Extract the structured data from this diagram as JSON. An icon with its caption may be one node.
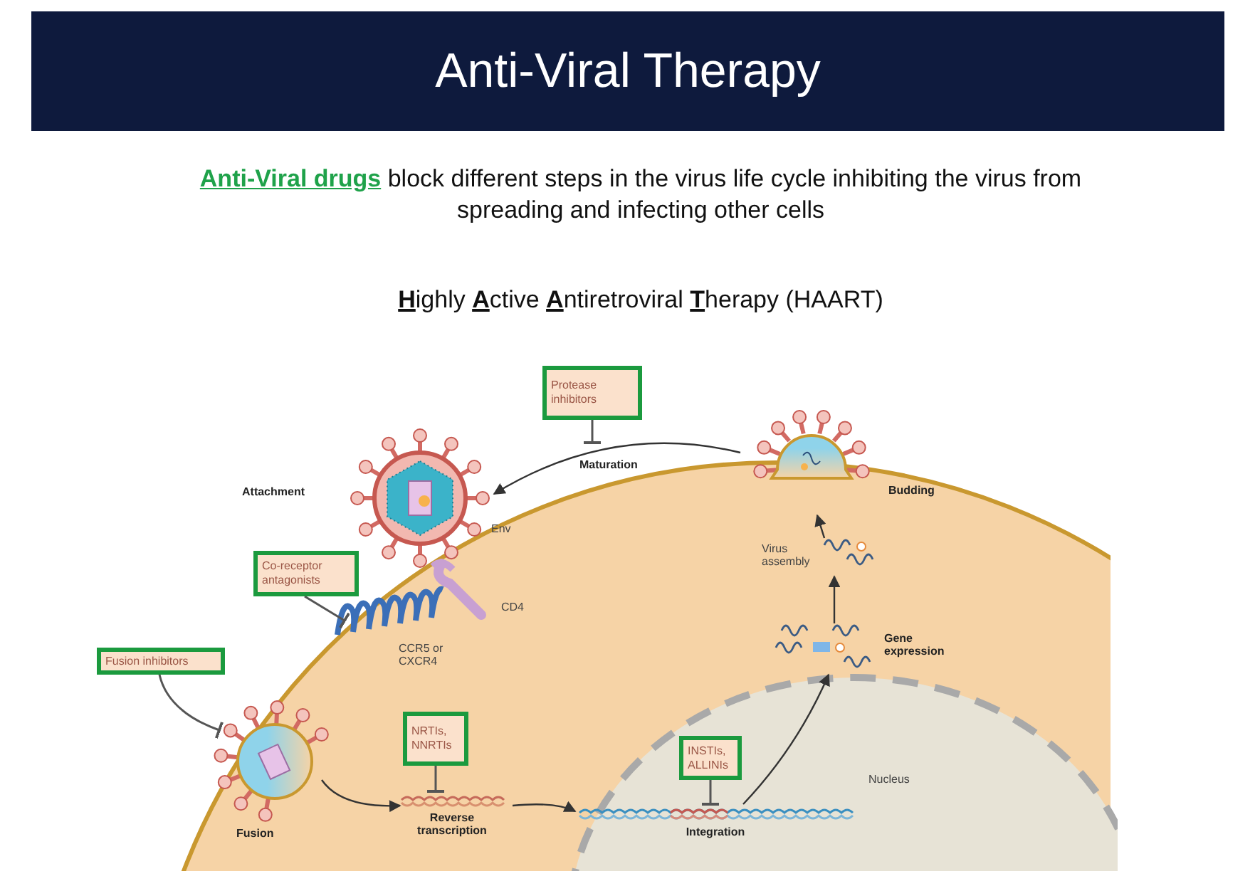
{
  "diagram": {
    "title": "Anti-Viral Therapy",
    "nodes": [
      {
        "text": [
          "Protease inhibitors"
        ]
      },
      {
        "text": [
          "Attachment"
        ],
        "beside": [
          "Env"
        ]
      },
      {
        "text": [
          "Budding"
        ]
      },
      {
        "text": [
          "CD4"
        ]
      },
      {
        "text": [
          "Co-receptor antagonists"
        ]
      },
      {
        "text": [
          "CCR5 or CXCR4"
        ]
      },
      {
        "text": [
          "Fusion inhibitors"
        ]
      },
      {
        "text": [
          "Fusion"
        ]
      },
      {
        "text": [
          "NRTIs, NNRTIs"
        ]
      },
      {
        "text": [
          "Reverse transcription"
        ]
      },
      {
        "text": [
          "Virus assembly"
        ]
      },
      {
        "text": [
          "Gene expression"
        ]
      },
      {
        "text": [
          "Nucleus"
        ]
      },
      {
        "text": [
          "INSTIs, ALLINIs"
        ],
        "in": 12
      },
      {
        "text": [
          "Integration"
        ],
        "in": 12
      }
    ],
    "edges": [
      {
        "from": 2,
        "to": 1,
        "arrow": "to",
        "label": "Maturation"
      },
      {
        "from": 0,
        "to": null,
        "arrow": "other"
      },
      {
        "from": 4,
        "to": 5,
        "arrow": "other"
      },
      {
        "from": 6,
        "to": 7,
        "arrow": "other"
      },
      {
        "from": 7,
        "to": 9,
        "arrow": "to"
      },
      {
        "from": 8,
        "to": 9,
        "arrow": "other"
      },
      {
        "from": 9,
        "to": 14,
        "arrow": "to"
      },
      {
        "from": 13,
        "to": 14,
        "arrow": "other"
      },
      {
        "from": 14,
        "to": 11,
        "arrow": "to"
      },
      {
        "from": 11,
        "to": 10,
        "arrow": "to"
      },
      {
        "from": 10,
        "to": 2,
        "arrow": "to"
      }
    ],
    "labels": [
      "**Anti-Viral drugs** block different steps in the virus life cycle inhibiting the virus from spreading and infecting other cells",
      "**H**ighly **A**ctive **A**ntiretroviral **T**herapy (HAART)"
    ]
  }
}
